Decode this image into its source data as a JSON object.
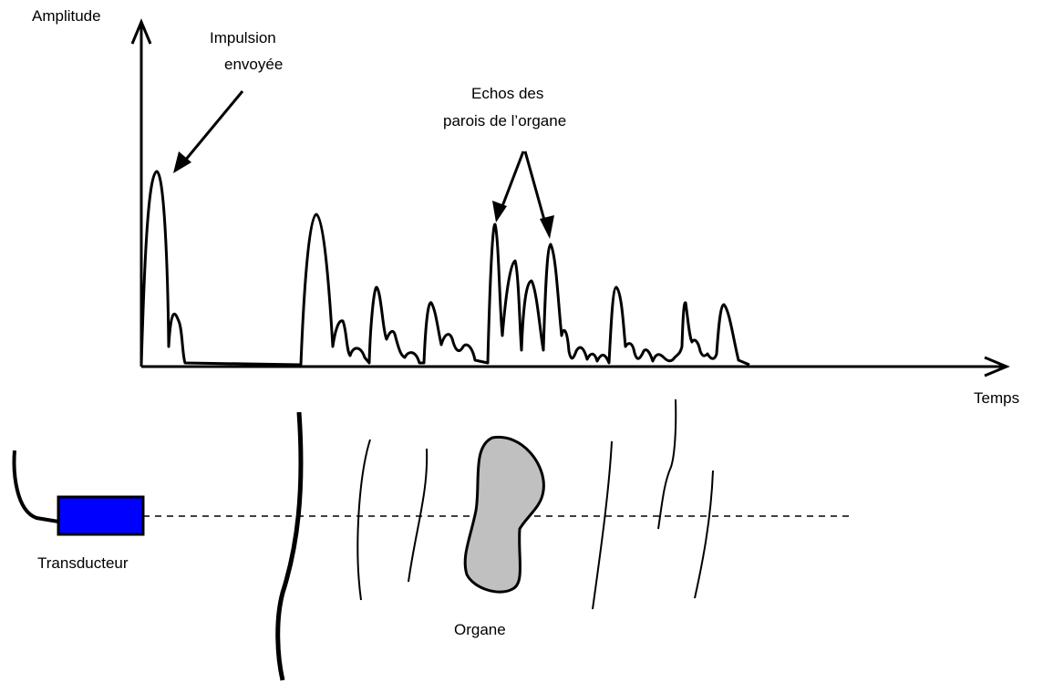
{
  "labels": {
    "y_axis": "Amplitude",
    "x_axis": "Temps",
    "pulse_line1": "Impulsion",
    "pulse_line2": "envoyée",
    "echo_line1": "Echos des",
    "echo_line2": "parois de l’organe",
    "transducer": "Transducteur",
    "organ": "Organe"
  },
  "colors": {
    "transducer_fill": "#0000ff",
    "organ_fill": "#c0c0c0",
    "stroke": "#000000"
  }
}
